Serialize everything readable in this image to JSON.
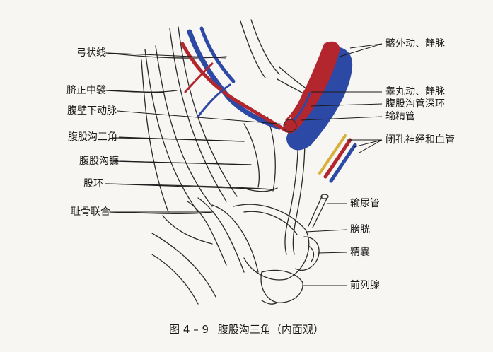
{
  "figure": {
    "caption_number": "图 4 – 9",
    "caption_title": "腹股沟三角（内面观）"
  },
  "labels": {
    "left": [
      "弓状线",
      "脐正中襞",
      "腹壁下动脉",
      "腹股沟三角",
      "腹股沟镰",
      "股环",
      "耻骨联合"
    ],
    "right": [
      "髂外动、静脉",
      "睾丸动、静脉",
      "腹股沟管深环",
      "输精管",
      "闭孔神经和血管",
      "输尿管",
      "膀胱",
      "精囊",
      "前列腺"
    ]
  },
  "colors": {
    "artery": "#b3262e",
    "vein": "#2d49a6",
    "nerve": "#d8b13c",
    "outline": "#2a2a2a",
    "paper": "#f7f6f2"
  }
}
